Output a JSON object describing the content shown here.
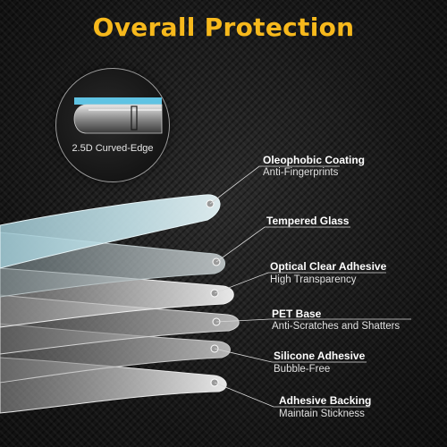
{
  "title": "Overall Protection",
  "callout": {
    "label": "2.5D Curved-Edge"
  },
  "layers": [
    {
      "name": "Oleophobic Coating",
      "desc": "Anti-Fingerprints"
    },
    {
      "name": "Tempered Glass",
      "desc": ""
    },
    {
      "name": "Optical Clear Adhesive",
      "desc": "High Transparency"
    },
    {
      "name": "PET Base",
      "desc": "Anti-Scratches and Shatters"
    },
    {
      "name": "Silicone Adhesive",
      "desc": "Bubble-Free"
    },
    {
      "name": "Adhesive Backing",
      "desc": "Maintain Stickness"
    }
  ],
  "colors": {
    "title": "#f7b91c",
    "glass_top": "#bfe6f0",
    "glass_mid": "#d9dde0",
    "label_text": "#ffffff"
  }
}
